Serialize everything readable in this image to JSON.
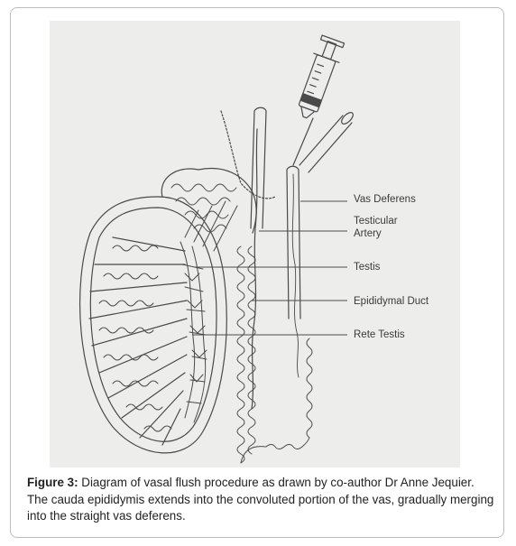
{
  "diagram": {
    "labels": {
      "vas_deferens": "Vas Deferens",
      "testicular_artery_line1": "Testicular",
      "testicular_artery_line2": "Artery",
      "testis": "Testis",
      "epididymal_duct": "Epididymal Duct",
      "rete_testis": "Rete Testis"
    }
  },
  "caption": {
    "figure_label": "Figure 3:",
    "text": " Diagram of vasal flush procedure as drawn by co-author Dr Anne Jequier. The cauda epididymis extends into the convoluted portion of the vas, gradually merging into the straight vas deferens."
  },
  "colors": {
    "paper": "#ededeb",
    "ink": "#4a4a4a",
    "frame_border": "#bdbdbd"
  }
}
